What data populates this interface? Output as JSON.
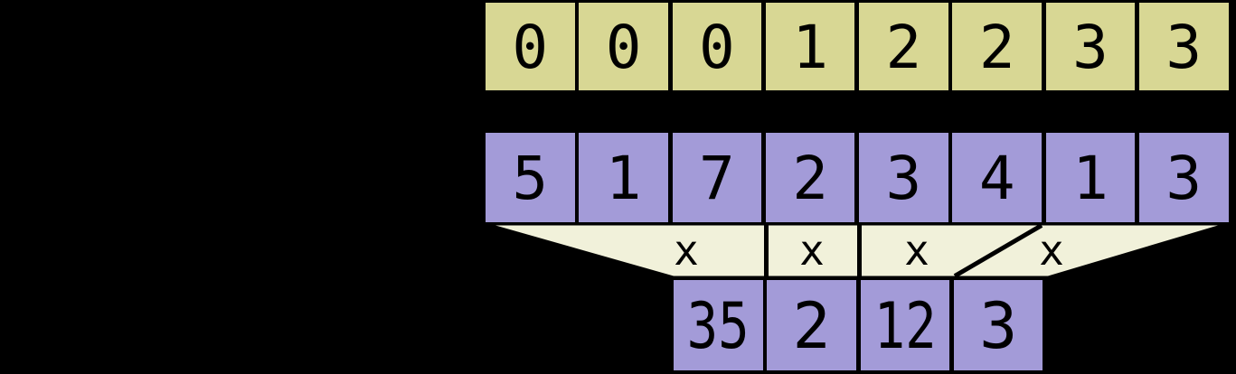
{
  "diagram": {
    "title": "segmented-array-product-diagram",
    "colors": {
      "background": "#000000",
      "flag_cell_fill": "#d8d794",
      "value_cell_fill": "#a39bd8",
      "funnel_fill": "#f1f1da",
      "line": "#000000",
      "text": "#000000"
    },
    "flags_row": {
      "values": [
        "0",
        "0",
        "0",
        "1",
        "2",
        "2",
        "3",
        "3"
      ]
    },
    "values_row": {
      "values": [
        "5",
        "1",
        "7",
        "2",
        "3",
        "4",
        "1",
        "3"
      ]
    },
    "funnel": {
      "operators": [
        "x",
        "x",
        "x",
        "x"
      ]
    },
    "results_row": {
      "values": [
        "35",
        "2",
        "12",
        "3"
      ]
    }
  }
}
